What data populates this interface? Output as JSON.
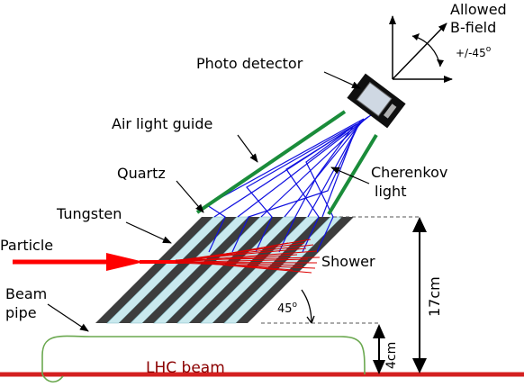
{
  "labels": {
    "allowed_line1": "Allowed",
    "allowed_line2": "B-field",
    "angle_range": "+/-45",
    "degree_symbol": "o",
    "photo_detector": "Photo detector",
    "air_light_guide": "Air light guide",
    "quartz": "Quartz",
    "cherenkov_line1": "Cherenkov",
    "cherenkov_line2": "light",
    "tungsten": "Tungsten",
    "particle": "Particle",
    "shower": "Shower",
    "beam_line1": "Beam",
    "beam_line2": "pipe",
    "angle_45": "45",
    "height_17cm": "17cm",
    "height_4cm": "4cm",
    "lhc_beam": "LHC beam"
  },
  "colors": {
    "tungsten": "#3d3d3d",
    "quartz": "#c9e9ee",
    "light_rays": "#1010e0",
    "light_guide": "#1a8c3a",
    "particle": "#ff0000",
    "shower": "#dd0000",
    "beam": "#d42020",
    "beam_pipe": "#6aa84f",
    "lhc_label": "#8b0000"
  }
}
